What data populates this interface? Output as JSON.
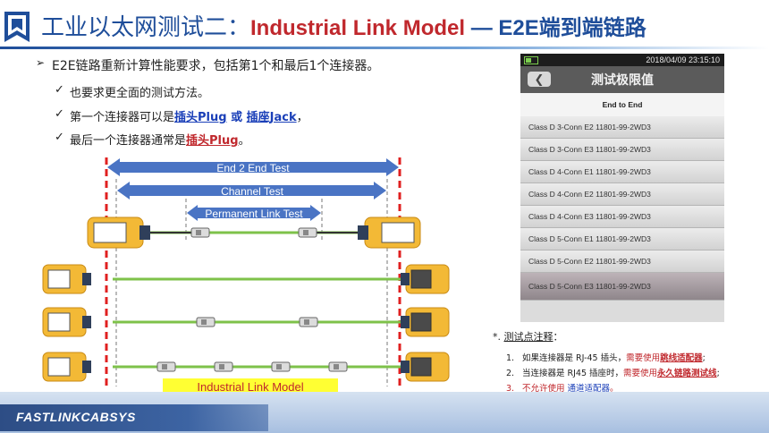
{
  "title": {
    "cn": "工业以太网测试二：",
    "en": "Industrial Link Model",
    "sep": " — ",
    "tail": "E2E端到端链路"
  },
  "bullets": {
    "main": "E2E链路重新计算性能要求，包括第1个和最后1个连接器。",
    "sub1": "也要求更全面的测试方法。",
    "sub2": {
      "prefix": "第一个连接器可以是",
      "link1": "插头Plug",
      "or": " 或 ",
      "link2": "插座Jack",
      "suffix": "，"
    },
    "sub3": {
      "prefix": "最后一个连接器通常是",
      "link": "插头Plug",
      "suffix": "。"
    }
  },
  "diagram": {
    "e2e": "End 2 End Test",
    "channel": "Channel Test",
    "permanent": "Permanent Link Test",
    "model_label": "Industrial Link Model"
  },
  "device": {
    "time": "2018/04/09  23:15:10",
    "screen_title": "测试极限值",
    "header_row": "End to End",
    "rows": [
      "Class D 3-Conn E2 11801-99-2WD3",
      "Class D 3-Conn E3 11801-99-2WD3",
      "Class D 4-Conn E1 11801-99-2WD3",
      "Class D 4-Conn E2 11801-99-2WD3",
      "Class D 4-Conn E3 11801-99-2WD3",
      "Class D 5-Conn E1 11801-99-2WD3",
      "Class D 5-Conn E2 11801-99-2WD3",
      "Class D 5-Conn E3 11801-99-2WD3"
    ]
  },
  "notes": {
    "title_prefix": "*. ",
    "title": "测试点注释",
    "title_suffix": "：",
    "n1": {
      "num": "1.",
      "text": "如果连接器是 RJ-45 插头，",
      "red": "需要使用",
      "redu": "跳线适配器",
      "end": ";"
    },
    "n2": {
      "num": "2.",
      "text": "当连接器是 RJ45 插座时，",
      "red": "需要使用",
      "redu": "永久链路测试线",
      "end": ";"
    },
    "n3": {
      "num": "3.",
      "text": "不允许使用 ",
      "blu": "通道适配器",
      "end": "。"
    }
  },
  "footer": {
    "brand": "FASTLINKCABSYS"
  },
  "colors": {
    "title_blue": "#1f4e9a",
    "accent_red": "#c0282d",
    "link_blue": "#1a3fb8",
    "arrow_blue": "#4a74c4",
    "cable_green": "#7ec24a",
    "tester_yellow": "#f3b936",
    "label_yellow": "#ffff33"
  }
}
